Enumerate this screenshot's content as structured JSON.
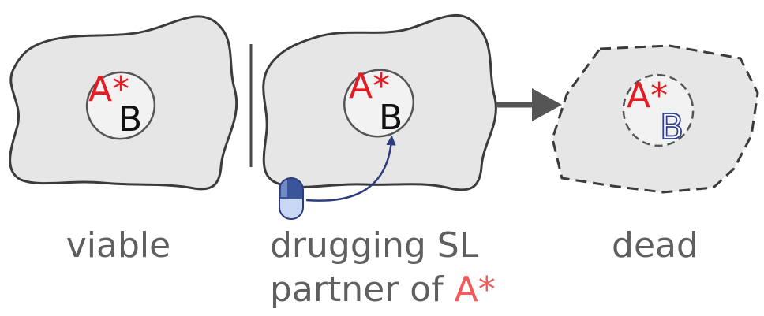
{
  "colors": {
    "cell_fill": "#e6e6e7",
    "cell_stroke": "#3b3b3b",
    "nucleus_fill": "#f2f2f2",
    "gene_red": "#e31b23",
    "gene_black": "#111111",
    "gene_outline": "#2f3e8f",
    "arrow_dark": "#555555",
    "drug_arrow": "#2c3c7c",
    "pill_dark": "#3a559a",
    "pill_light": "#c9d8f4",
    "caption_gray": "#5f5f5f",
    "caption_accent": "#f05a5a"
  },
  "panels": {
    "viable": {
      "gene_a": "A*",
      "gene_b": "B",
      "label": "viable"
    },
    "drugging": {
      "gene_a": "A*",
      "gene_b": "B",
      "label_line1": "drugging SL",
      "label_line2_prefix": "partner of ",
      "label_line2_accent": "A*"
    },
    "dead": {
      "gene_a": "A*",
      "gene_b": "B",
      "label": "dead"
    }
  },
  "icons": {
    "drug": "pill-icon",
    "transition": "right-arrow-icon"
  }
}
